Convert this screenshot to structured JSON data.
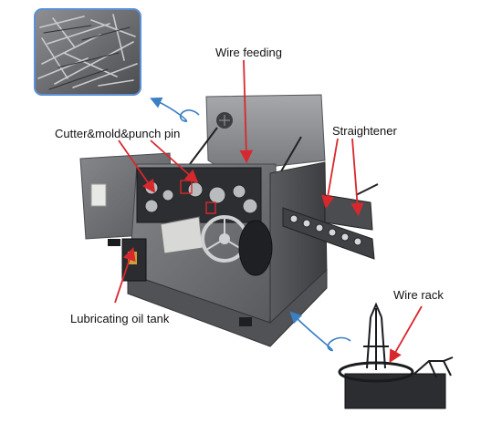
{
  "labels": {
    "wire_feeding": "Wire feeding",
    "cutter_mold_punch_pin": "Cutter&mold&punch pin",
    "straightener": "Straightener",
    "wire_rack": "Wire rack",
    "lubricating_oil_tank": "Lubricating oil tank"
  },
  "colors": {
    "pointer_arrow": "#d8282d",
    "flow_arrow": "#3b7fc4",
    "machine_body": "#6a6c70",
    "machine_dark": "#3e4044",
    "inset_border": "#5b8fd6"
  },
  "icons": {
    "nails_inset": "nail-pile-photo",
    "flow_arrows": "curved-blue-arrow"
  }
}
